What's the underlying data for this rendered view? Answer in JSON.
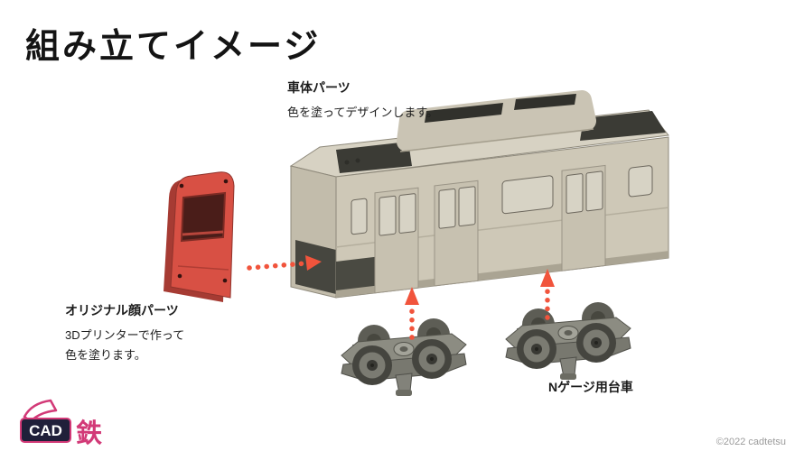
{
  "page": {
    "title": "組み立てイメージ",
    "copyright": "©2022 cadtetsu"
  },
  "annotations": {
    "body": {
      "title": "車体パーツ",
      "subtitle": "色を塗ってデザインします。"
    },
    "face": {
      "title": "オリジナル顔パーツ",
      "line1": "3Dプリンターで作って",
      "line2": "色を塗ります。"
    },
    "bogie": {
      "title": "Nゲージ用台車"
    }
  },
  "logo": {
    "cad": "CAD",
    "tetsu": "鉄"
  },
  "icons": {
    "dotted-arrow": "red-orange dotted line with triangular arrowhead",
    "logo-hat": "magenta conductor-cap outline mark"
  },
  "colors": {
    "arrow_accent": "#f1543c",
    "train_body_beige": "#cec8b7",
    "roof_dark": "#3b3b35",
    "face_part_red": "#d85044",
    "bogie_gray": "#8c8c82",
    "logo_magenta": "#d23977",
    "title_text": "#141414",
    "copyright_gray": "#9b9b9b",
    "background": "#ffffff"
  }
}
